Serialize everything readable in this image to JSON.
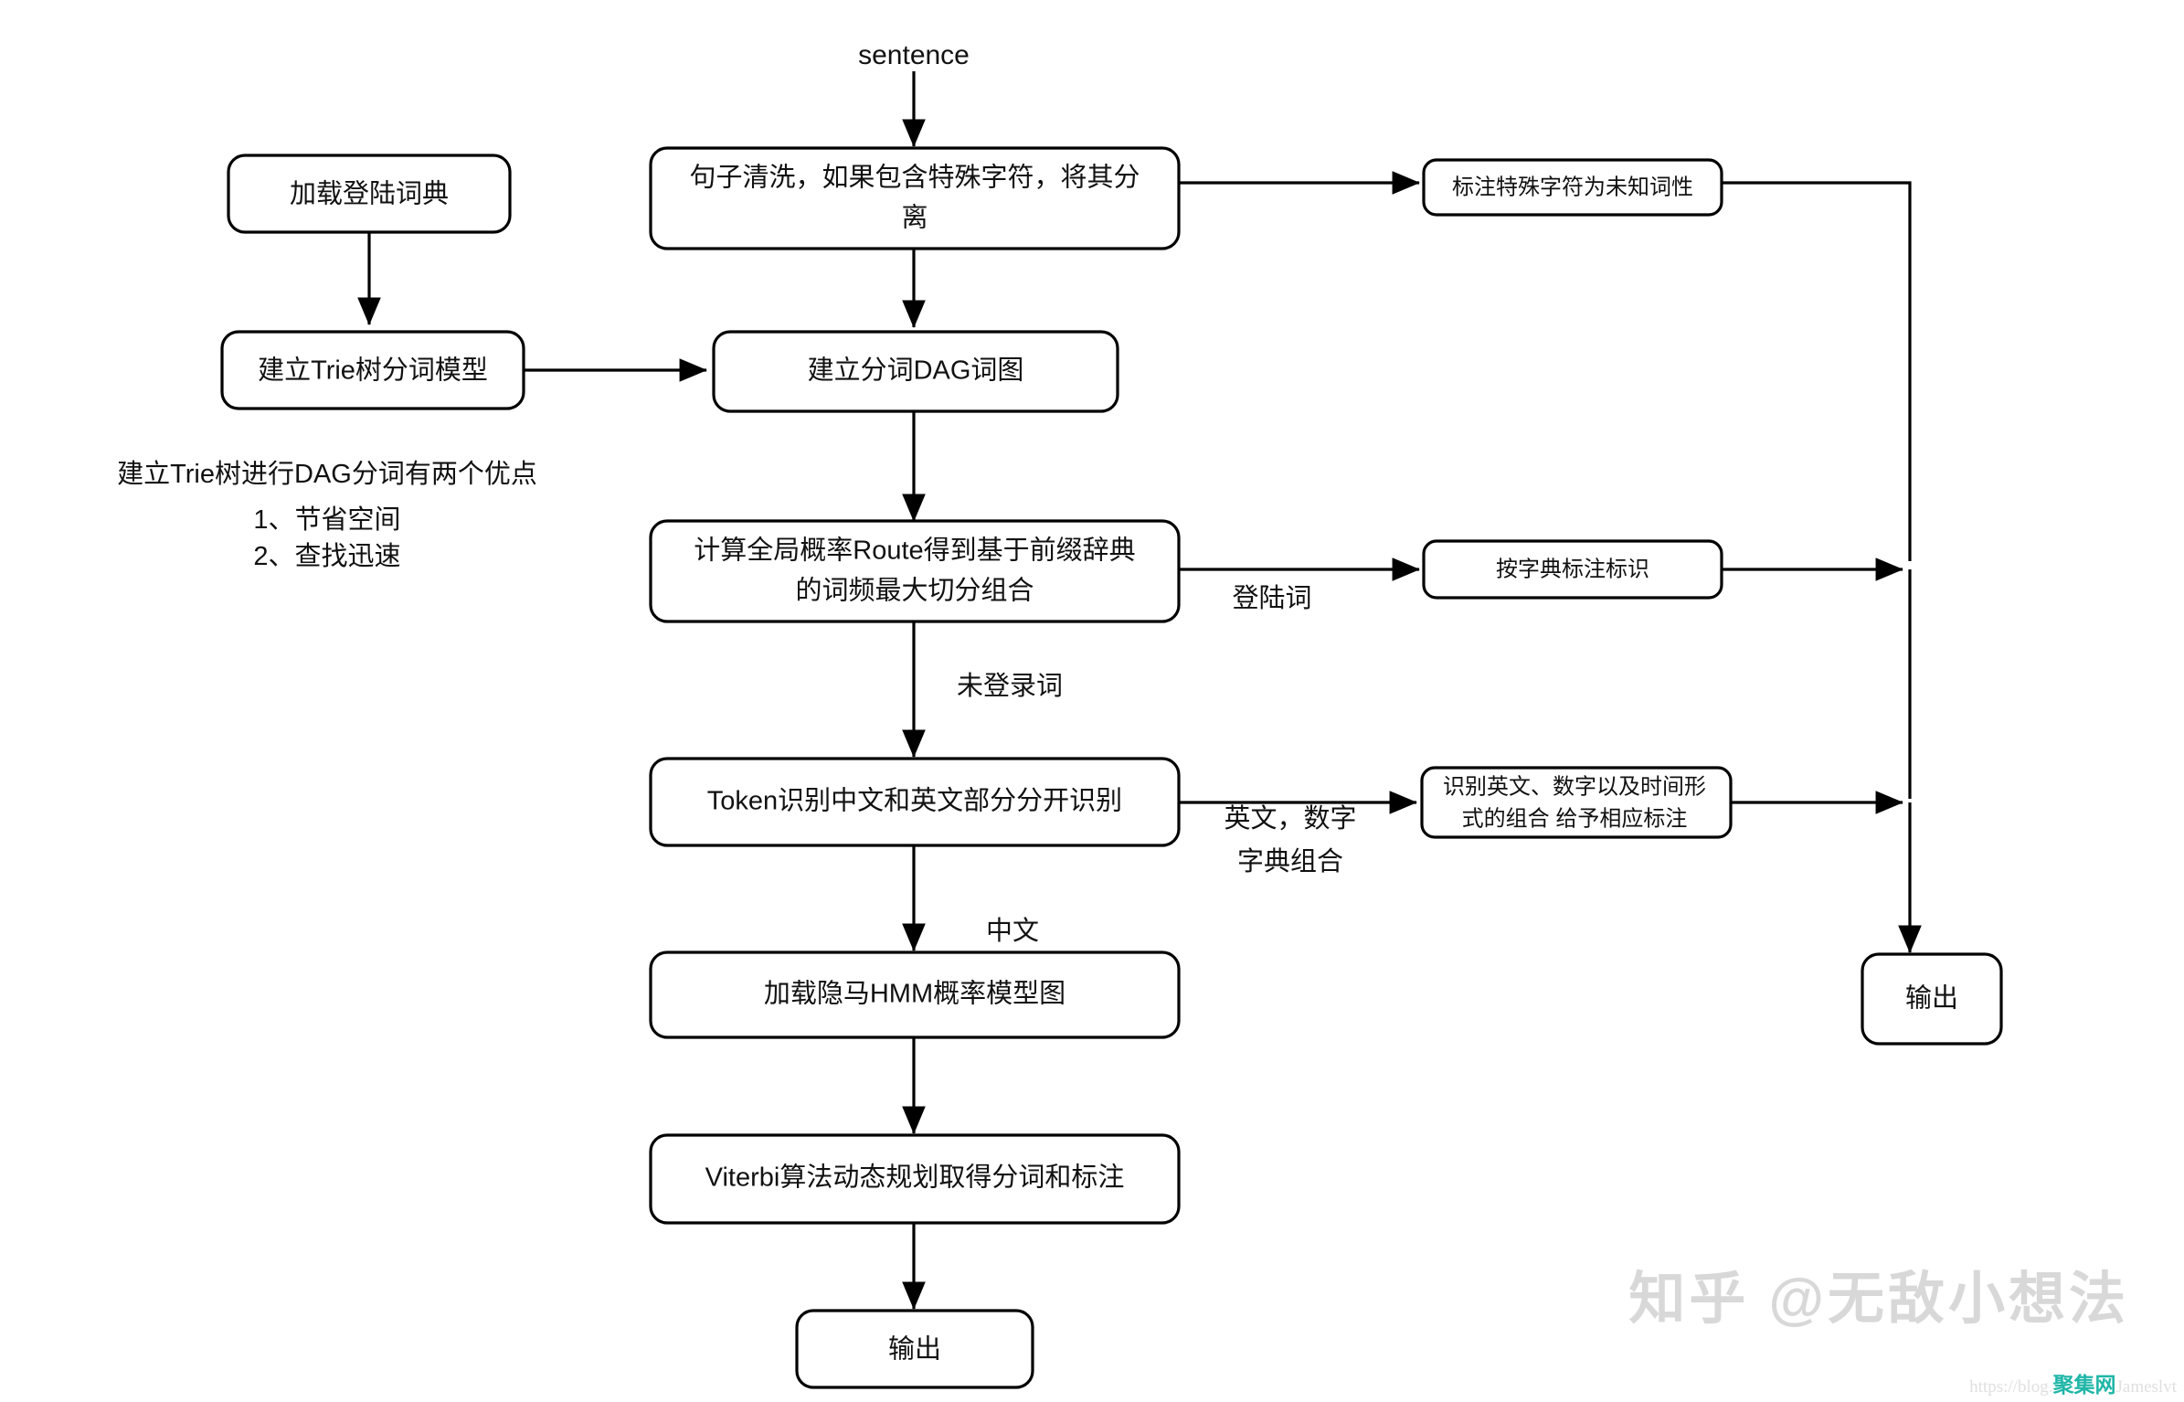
{
  "diagram": {
    "type": "flowchart",
    "title": "jieba 中文分词与词性标注流程图",
    "colors": {
      "stroke": "#000000",
      "fill": "#ffffff",
      "text": "#111111",
      "watermark": "#d8d8d8",
      "brand": "#1fb6a8"
    },
    "entry_label": "sentence",
    "nodes": [
      {
        "id": "load_dict",
        "label": "加载登陆词典"
      },
      {
        "id": "trie",
        "label": "建立Trie树分词模型"
      },
      {
        "id": "clean",
        "line1": "句子清洗，如果包含特殊字符，将其分",
        "line2": "离"
      },
      {
        "id": "dag",
        "label": "建立分词DAG词图"
      },
      {
        "id": "route",
        "line1": "计算全局概率Route得到基于前缀辞典",
        "line2": "的词频最大切分组合"
      },
      {
        "id": "token",
        "label": "Token识别中文和英文部分分开识别"
      },
      {
        "id": "hmm",
        "label": "加载隐马HMM概率模型图"
      },
      {
        "id": "viterbi",
        "label": "Viterbi算法动态规划取得分词和标注"
      },
      {
        "id": "output_bottom",
        "label": "输出"
      },
      {
        "id": "tag_special",
        "label": "标注特殊字符为未知词性"
      },
      {
        "id": "tag_dict",
        "label": "按字典标注标识"
      },
      {
        "id": "tag_en_num",
        "line1": "识别英文、数字以及时间形",
        "line2": "式的组合 给予相应标注"
      },
      {
        "id": "output_right",
        "label": "输出"
      }
    ],
    "edge_labels": [
      {
        "id": "deng_lu_ci",
        "text": "登陆词"
      },
      {
        "id": "wei_deng_lu",
        "text": "未登录词"
      },
      {
        "id": "en_num_l1",
        "text": "英文，数字"
      },
      {
        "id": "en_num_l2",
        "text": "字典组合"
      },
      {
        "id": "zhong_wen",
        "text": "中文"
      }
    ],
    "note": {
      "line1": "建立Trie树进行DAG分词有两个优点",
      "line2": "1、节省空间",
      "line3": "2、查找迅速"
    },
    "watermarks": {
      "zhihu": "知乎 @无敌小想法",
      "url_prefix": "https://blog.",
      "brand": "聚集网",
      "url_suffix": "Jameslvt"
    }
  }
}
